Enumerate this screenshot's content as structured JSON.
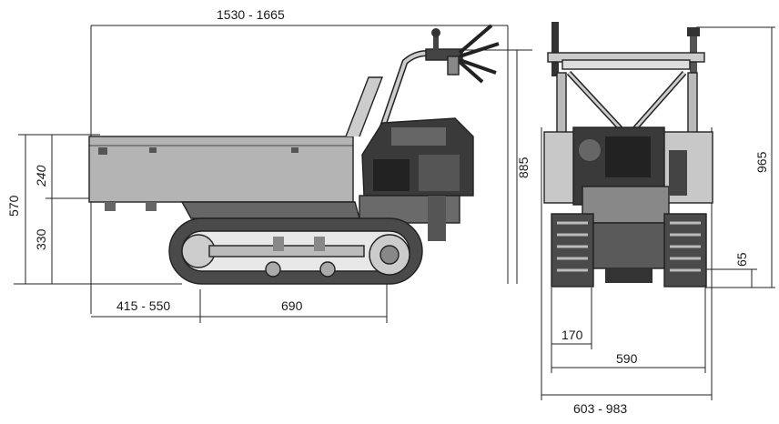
{
  "side_view": {
    "overall_length": "1530 - 1665",
    "height_bed": "570",
    "bed_depth": "240",
    "bed_lower": "330",
    "rear_overhang": "415 - 550",
    "track_length": "690",
    "handle_height": "885"
  },
  "front_view": {
    "total_height": "965",
    "ground_clearance": "65",
    "track_width": "170",
    "track_span": "590",
    "overall_width": "603 - 983"
  },
  "colors": {
    "line": "#222222",
    "bed_fill": "#b4b4b4",
    "engine_fill": "#3a3a3a",
    "track_fill": "#4a4a4a"
  }
}
